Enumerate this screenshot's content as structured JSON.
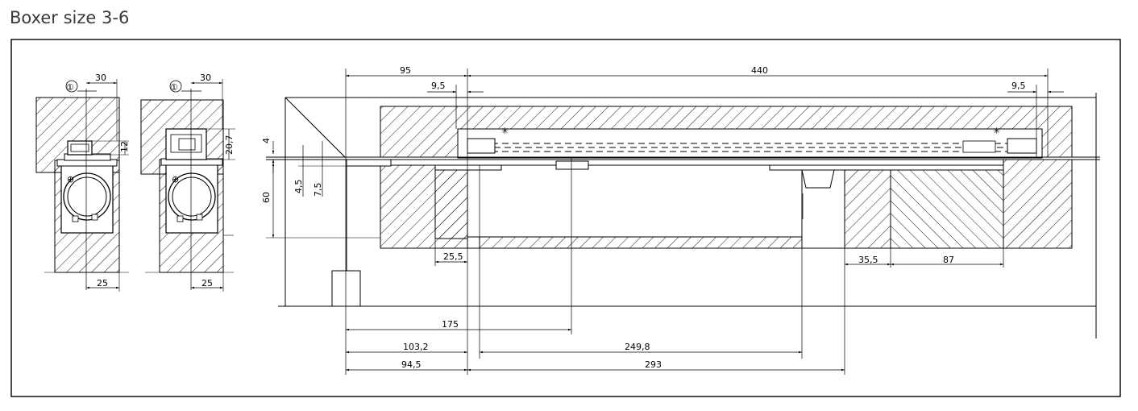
{
  "title": "Boxer size 3-6",
  "callouts": {
    "left_marker": "①",
    "middle_marker": "①"
  },
  "dimensions": {
    "left_top": "30",
    "left_side": "12",
    "left_bottom": "25",
    "mid_top": "30",
    "mid_side": "20,7",
    "mid_bottom": "25",
    "d95": "95",
    "d440": "440",
    "d9_5_left": "9,5",
    "d9_5_right": "9,5",
    "d4": "4",
    "d60": "60",
    "d4_5": "4,5",
    "d7_5": "7,5",
    "d25_5": "25,5",
    "d35_5": "35,5",
    "d87": "87",
    "d175": "175",
    "d103_2": "103,2",
    "d249_8": "249,8",
    "d94_5": "94,5",
    "d293": "293"
  }
}
